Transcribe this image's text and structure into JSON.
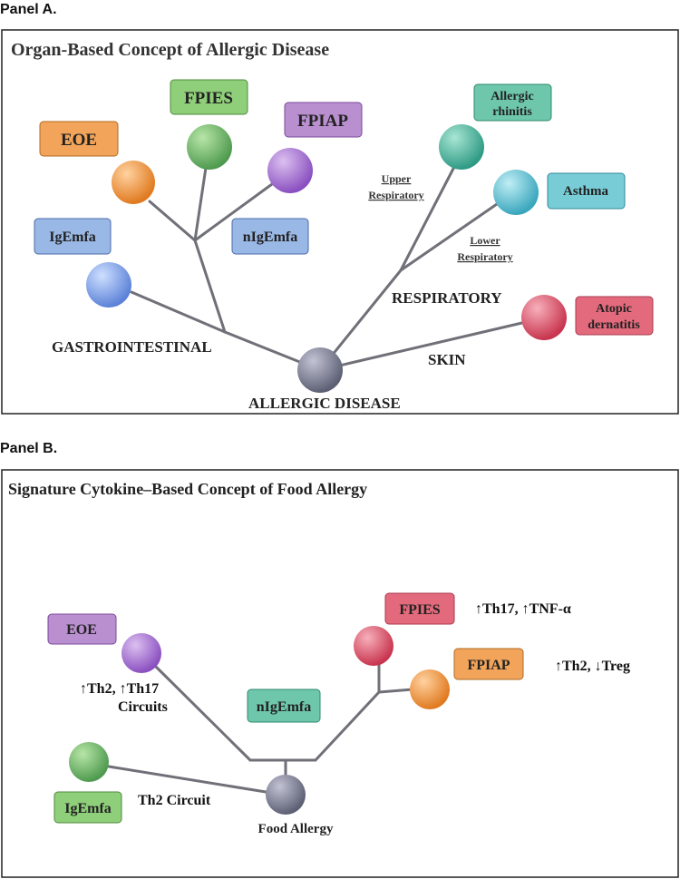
{
  "panel_a": {
    "label": "Panel A.",
    "title": "Organ-Based Concept of Allergic Disease",
    "root": "ALLERGIC DISEASE",
    "branches": {
      "gastrointestinal": "GASTROINTESTINAL",
      "respiratory": "RESPIRATORY",
      "skin": "SKIN"
    },
    "subbranches": {
      "upper": [
        "Upper",
        "Respiratory"
      ],
      "lower": [
        "Lower",
        "Respiratory"
      ]
    },
    "boxes": {
      "igemfa": "IgEmfa",
      "eoe": "EOE",
      "fpies": "FPIES",
      "fpiap": "FPIAP",
      "nigemfa": "nIgEmfa",
      "allergic_rhinitis": [
        "Allergic",
        "rhinitis"
      ],
      "asthma": "Asthma",
      "atopic": [
        "Atopic",
        "dernatitis"
      ]
    }
  },
  "panel_b": {
    "label": "Panel B.",
    "title": "Signature Cytokine–Based Concept of Food Allergy",
    "root": "Food Allergy",
    "boxes": {
      "eoe": "EOE",
      "fpies": "FPIES",
      "fpiap": "FPIAP",
      "nigemfa": "nIgEmfa",
      "igemfa": "IgEmfa"
    },
    "annotations": {
      "th17_tnf": "↑Th17, ↑TNF-α",
      "th2_treg": "↑Th2, ↓Treg",
      "th2_th17_line1": "↑Th2, ↑Th17",
      "th2_th17_line2": "Circuits",
      "th2_circuit": "Th2 Circuit"
    }
  },
  "colors": {
    "orange": "#f2a45a",
    "green": "#8fcf7a",
    "purple": "#b98fd0",
    "blue": "#9ab8e6",
    "teal": "#6fc7ab",
    "cyan": "#78ccd6",
    "red": "#e36a7c",
    "gray": "#7c7e92"
  }
}
